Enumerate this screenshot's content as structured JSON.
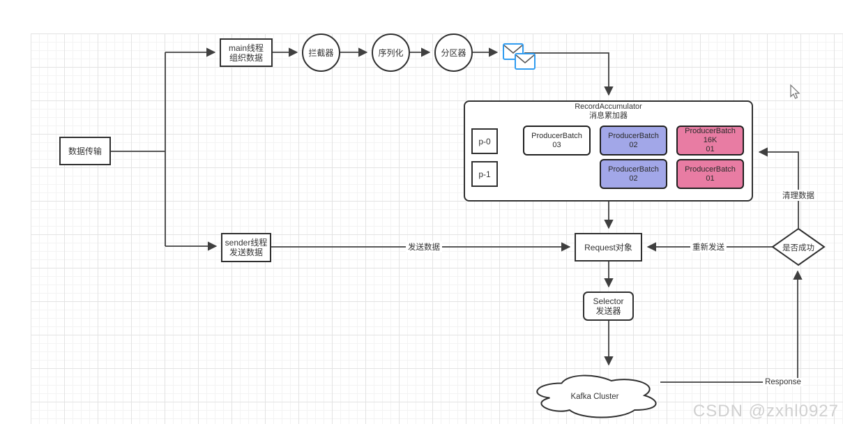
{
  "diagram": {
    "nodes": {
      "source": {
        "label": "数据传输"
      },
      "main_thread": {
        "line1": "main线程",
        "line2": "组织数据"
      },
      "interceptor": {
        "label": "拦截器"
      },
      "serializer": {
        "label": "序列化"
      },
      "partitioner": {
        "label": "分区器"
      },
      "accumulator": {
        "title": "RecordAccumulator",
        "subtitle": "消息累加器",
        "partitions": [
          {
            "label": "p-0"
          },
          {
            "label": "p-1"
          }
        ],
        "batches": [
          {
            "line1": "ProducerBatch",
            "line2": "03",
            "color": "#FFFFFF"
          },
          {
            "line1": "ProducerBatch",
            "line2": "02",
            "color": "#A2A7E8"
          },
          {
            "line1": "ProducerBatch",
            "line2": "16K",
            "line3": "01",
            "color": "#E87CA3"
          },
          {
            "line1": "ProducerBatch",
            "line2": "02",
            "color": "#A2A7E8"
          },
          {
            "line1": "ProducerBatch",
            "line2": "01",
            "color": "#E87CA3"
          }
        ]
      },
      "sender_thread": {
        "line1": "sender线程",
        "line2": "发送数据"
      },
      "request": {
        "label": "Request对象"
      },
      "selector": {
        "line1": "Selector",
        "line2": "发送器"
      },
      "kafka_cluster": {
        "label": "Kafka Cluster"
      },
      "decision": {
        "label": "是否成功"
      }
    },
    "edge_labels": {
      "send_data": "发送数据",
      "resend": "重新发送",
      "clean_data": "清理数据",
      "response": "Response"
    },
    "watermark": "CSDN @zxhl0927",
    "colors": {
      "batch_blue": "#A2A7E8",
      "batch_pink": "#E87CA3",
      "envelope_blue": "#2E9BF0",
      "stroke": "#3F3F3F"
    }
  }
}
